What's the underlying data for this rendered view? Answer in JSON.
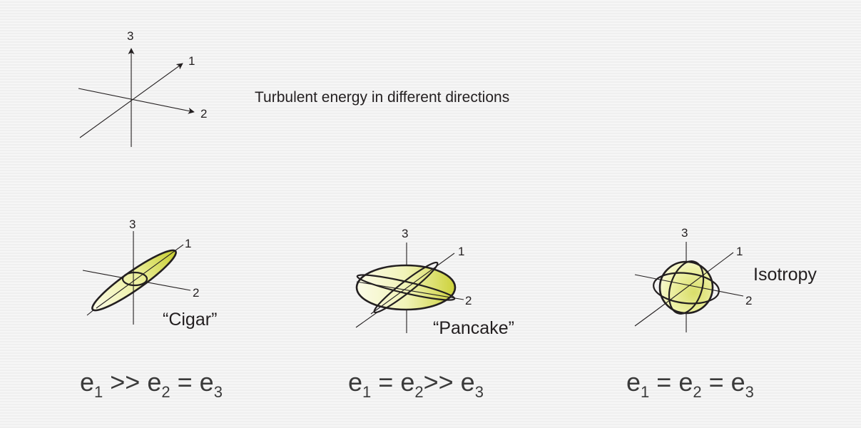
{
  "title": "Turbulent energy in different directions",
  "axes_legend": {
    "axis1": "1",
    "axis2": "2",
    "axis3": "3"
  },
  "panels": [
    {
      "id": "cigar",
      "axis1": "1",
      "axis2": "2",
      "axis3": "3",
      "shape_label": "“Cigar”",
      "formula": {
        "e": "e",
        "s1": "1",
        "op1": " >> ",
        "s2": "2",
        "op2": " = ",
        "s3": "3"
      }
    },
    {
      "id": "pancake",
      "axis1": "1",
      "axis2": "2",
      "axis3": "3",
      "shape_label": "“Pancake”",
      "formula": {
        "e": "e",
        "s1": "1",
        "op1": " = ",
        "s2": "2",
        "op2": ">> ",
        "s3": "3"
      }
    },
    {
      "id": "isotropy",
      "axis1": "1",
      "axis2": "2",
      "axis3": "3",
      "shape_label": "Isotropy",
      "formula": {
        "e": "e",
        "s1": "1",
        "op1": " = ",
        "s2": "2",
        "op2": " = ",
        "s3": "3"
      }
    }
  ],
  "colors": {
    "ink": "#231f20",
    "fill_light": "#f9f9d8",
    "fill_dark": "#cdd23a",
    "background": "#f4f4f4"
  }
}
